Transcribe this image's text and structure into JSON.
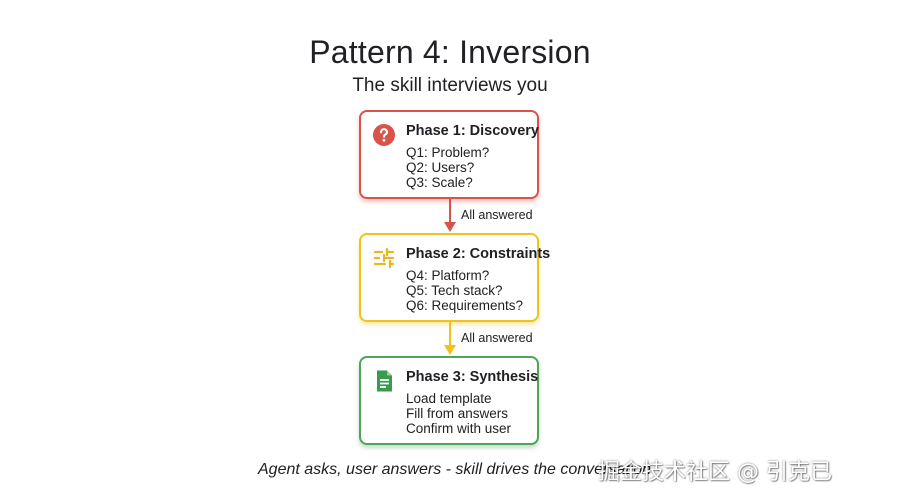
{
  "title": "Pattern 4: Inversion",
  "subtitle": "The skill interviews you",
  "phases": [
    {
      "heading": "Phase 1: Discovery",
      "icon": "question-icon",
      "color": "#d9534a",
      "lines": [
        "Q1: Problem?",
        "Q2: Users?",
        "Q3: Scale?"
      ]
    },
    {
      "heading": "Phase 2: Constraints",
      "icon": "sliders-icon",
      "color": "#f2c21a",
      "lines": [
        "Q4: Platform?",
        "Q5: Tech stack?",
        "Q6: Requirements?"
      ]
    },
    {
      "heading": "Phase 3: Synthesis",
      "icon": "document-icon",
      "color": "#4fa35a",
      "lines": [
        "Load template",
        "Fill from answers",
        "Confirm with user"
      ]
    }
  ],
  "transitions": [
    {
      "label": "All answered",
      "color": "#d9534a"
    },
    {
      "label": "All answered",
      "color": "#f2c21a"
    }
  ],
  "caption": "Agent asks, user answers - skill drives the conversation",
  "watermark": "掘金技术社区 @ 引克已"
}
